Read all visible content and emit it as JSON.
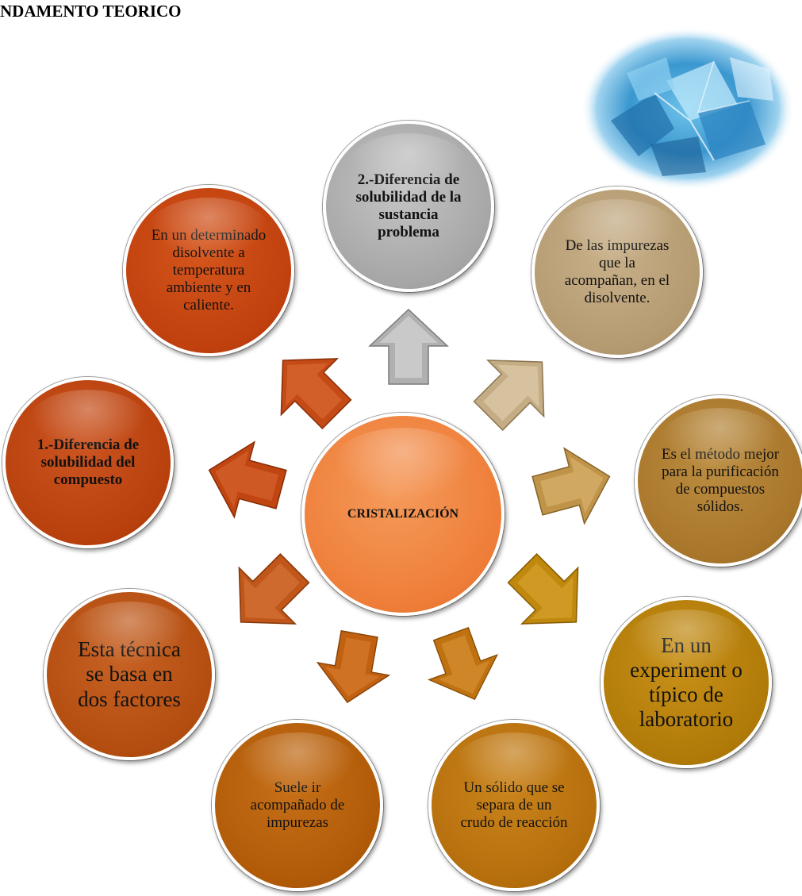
{
  "heading": "NDAMENTO TEORICO",
  "center_label": "CRISTALIZACIÓN",
  "nodes": {
    "top": "2.-Diferencia de solubilidad de la sustancia problema",
    "upper_left": "En un determinado disolvente a temperatura ambiente y en caliente.",
    "upper_right": "De las impurezas que la acompañan, en el disolvente.",
    "left": "1.-Diferencia de solubilidad del compuesto",
    "right": "Es el método mejor para la purificación de compuestos sólidos.",
    "lower_left": "Esta técnica se basa en dos factores",
    "lower_right": "En un experiment o típico de laboratorio",
    "bottom_left": "Suele ir acompañado de impurezas",
    "bottom_right": "Un sólido que se separa de un crudo de reacción"
  },
  "colors": {
    "top": "#a6a6a6",
    "upper_left": "#c0400e",
    "upper_right": "#b49a70",
    "left": "#b8400c",
    "right": "#a8762a",
    "lower_left": "#b34d0f",
    "lower_right": "#b07a08",
    "bottom_left": "#b05a08",
    "bottom_right": "#b56e0c",
    "center": "#ee7d38"
  }
}
